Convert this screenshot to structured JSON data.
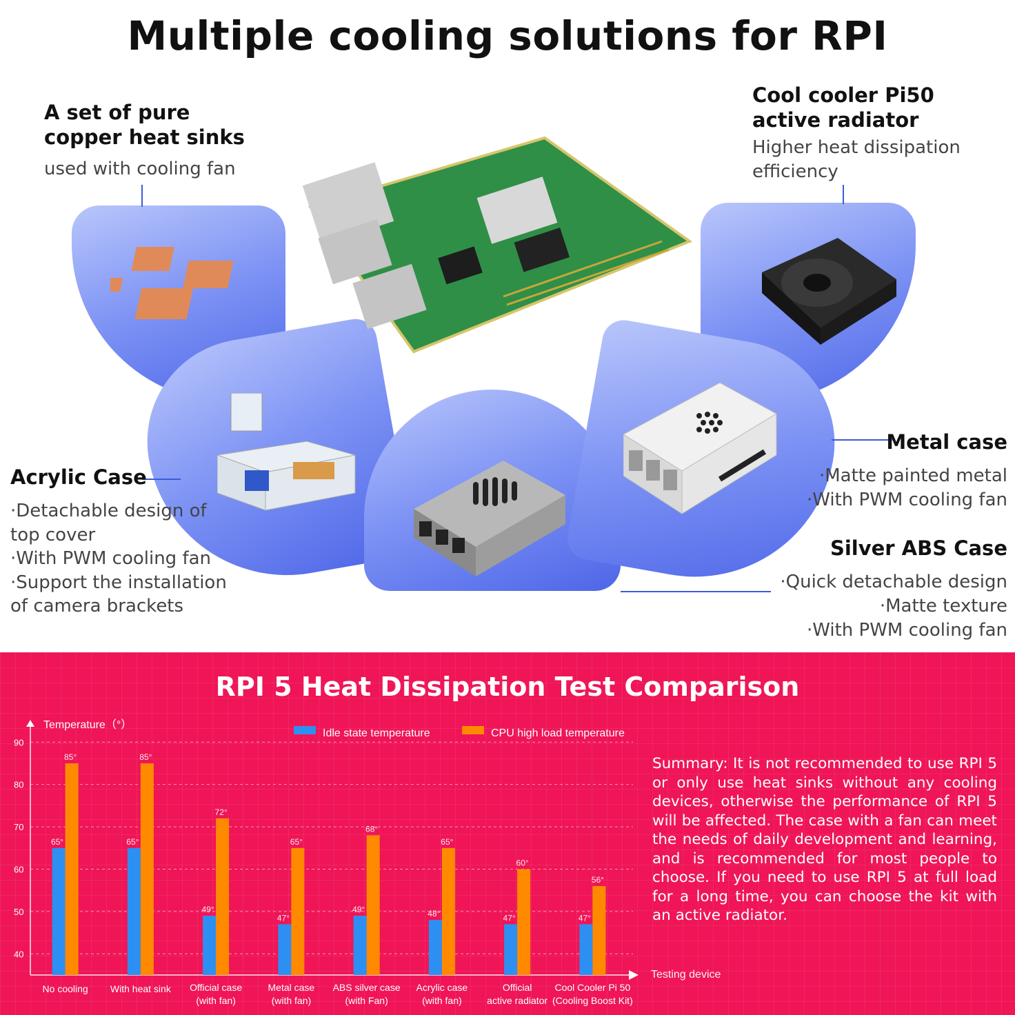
{
  "header": {
    "title": "Multiple cooling solutions for RPI"
  },
  "features": {
    "heat_sinks": {
      "title": "A set of pure\ncopper heat sinks",
      "subtitle": "used with cooling fan"
    },
    "pi50": {
      "title": "Cool cooler Pi50\nactive radiator",
      "subtitle": "Higher heat dissipation\nefficiency"
    },
    "acrylic": {
      "title": "Acrylic Case",
      "subtitle": "·Detachable design of\ntop cover\n·With PWM cooling fan\n·Support the installation\nof camera brackets"
    },
    "metal": {
      "title": "Metal case",
      "subtitle": "·Matte painted metal\n·With PWM cooling fan"
    },
    "silver_abs": {
      "title": "Silver ABS Case",
      "subtitle": "·Quick detachable design\n·Matte texture\n·With PWM cooling fan"
    }
  },
  "colors": {
    "accent_blue": "#3d5bd6",
    "chart_bg": "#ef1557",
    "idle": "#2e8ff2",
    "load": "#ff8a00"
  },
  "summary": "Summary: It is not recommended to use RPI 5 or only use heat sinks without any cooling devices, otherwise the performance of RPI 5 will be affected. The case with a fan can meet the needs of daily development and learning, and is recommended for most people to choose. If you need to use RPI 5 at full load for a long time, you can choose the kit with an active radiator.",
  "chart_data": {
    "type": "bar",
    "title": "RPI 5 Heat Dissipation Test Comparison",
    "ylabel": "Temperature（°）",
    "xlabel": "Testing device",
    "ylim": [
      35,
      92
    ],
    "yticks": [
      40,
      50,
      60,
      70,
      80,
      90
    ],
    "grid": true,
    "legend_position": "top",
    "categories": [
      [
        "No cooling"
      ],
      [
        "With heat sink"
      ],
      [
        "Official case",
        "(with fan)"
      ],
      [
        "Metal case",
        "(with fan)"
      ],
      [
        "ABS silver case",
        "(with Fan)"
      ],
      [
        "Acrylic case",
        "(with fan)"
      ],
      [
        "Official",
        "active radiator"
      ],
      [
        "Cool Cooler Pi 50",
        "(Cooling Boost Kit)"
      ]
    ],
    "series": [
      {
        "name": "Idle state temperature",
        "values": [
          65,
          65,
          49,
          47,
          49,
          48,
          47,
          47
        ]
      },
      {
        "name": "CPU high load temperature",
        "values": [
          85,
          85,
          72,
          65,
          68,
          65,
          60,
          56
        ]
      }
    ],
    "value_suffix": "°"
  }
}
